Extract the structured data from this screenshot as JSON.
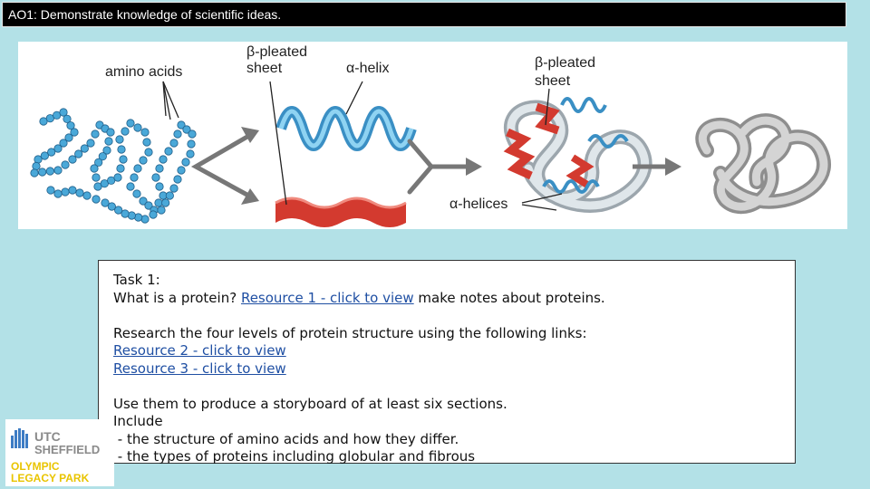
{
  "header": {
    "title": "AO1: Demonstrate knowledge of scientific ideas."
  },
  "diagram": {
    "labels": {
      "amino_acids": "amino acids",
      "beta_sheet_1_line1": "β-pleated",
      "beta_sheet_1_line2": "sheet",
      "alpha_helix": "α-helix",
      "beta_sheet_2_line1": "β-pleated",
      "beta_sheet_2_line2": "sheet",
      "alpha_helices": "α-helices"
    },
    "colors": {
      "bead": "#4aa8d8",
      "helix": "#5ab8e6",
      "sheet": "#d9443a",
      "globule": "#b8b8b8"
    }
  },
  "task": {
    "line1": "Task 1:",
    "line2_prefix": "What is a protein?  ",
    "resource1": "Resource 1 - click to view",
    "line2_suffix": " make notes about proteins.",
    "research": "Research the four levels of protein structure using the following links:",
    "resource2": "Resource 2 - click to view",
    "resource3": "Resource 3 - click to view",
    "storyboard": "Use them to produce a storyboard of at least six sections.",
    "include": "Include",
    "bullet1": " - the structure of amino acids and how they differ.",
    "bullet2": " - the types of proteins including globular and fibrous"
  },
  "logo": {
    "line1": "UTC",
    "line2": "SHEFFIELD",
    "line3": "OLYMPIC",
    "line4": "LEGACY PARK"
  }
}
